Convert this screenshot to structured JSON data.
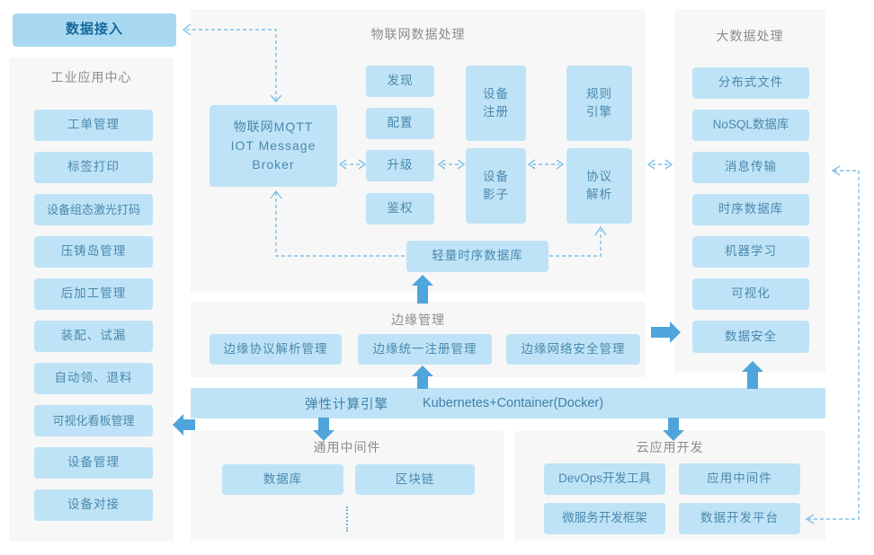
{
  "data_access": {
    "label": "数据接入"
  },
  "industrial": {
    "title": "工业应用中心",
    "items": [
      "工单管理",
      "标签打印",
      "设备组态激光打码",
      "压铸岛管理",
      "后加工管理",
      "装配、试漏",
      "自动领、退料",
      "可视化看板管理",
      "设备管理",
      "设备对接"
    ]
  },
  "iot": {
    "title": "物联网数据处理",
    "broker": "物联网MQTT\nIOT Message\nBroker",
    "functions": [
      "发现",
      "配置",
      "升级",
      "鉴权"
    ],
    "nodes": [
      "设备\n注册",
      "设备\n影子",
      "规则\n引擎",
      "协议\n解析"
    ],
    "tsdb": "轻量时序数据库"
  },
  "edge": {
    "title": "边缘管理",
    "items": [
      "边缘协议解析管理",
      "边缘统一注册管理",
      "边缘网络安全管理"
    ]
  },
  "elastic_bar": {
    "label_cn": "弹性计算引擎",
    "label_en": "Kubernetes+Container(Docker)"
  },
  "middleware": {
    "title": "通用中间件",
    "items": [
      "数据库",
      "区块链"
    ]
  },
  "cloud": {
    "title": "云应用开发",
    "items": [
      "DevOps开发工具",
      "应用中间件",
      "微服务开发框架",
      "数据开发平台"
    ]
  },
  "bigdata": {
    "title": "大数据处理",
    "items": [
      "分布式文件",
      "NoSQL数据库",
      "消息传输",
      "时序数据库",
      "机器学习",
      "可视化",
      "数据安全"
    ]
  },
  "colors": {
    "box_fill": "#bfe3f6",
    "accent_fill": "#a9d8f1",
    "box_text": "#4a89ad",
    "accent_text": "#15689b",
    "section_title": "#8c8c8c",
    "panel_bg": "#f7f7f7",
    "solid_arrow": "#4fa5db",
    "dashed_line": "#7fc0e8"
  }
}
